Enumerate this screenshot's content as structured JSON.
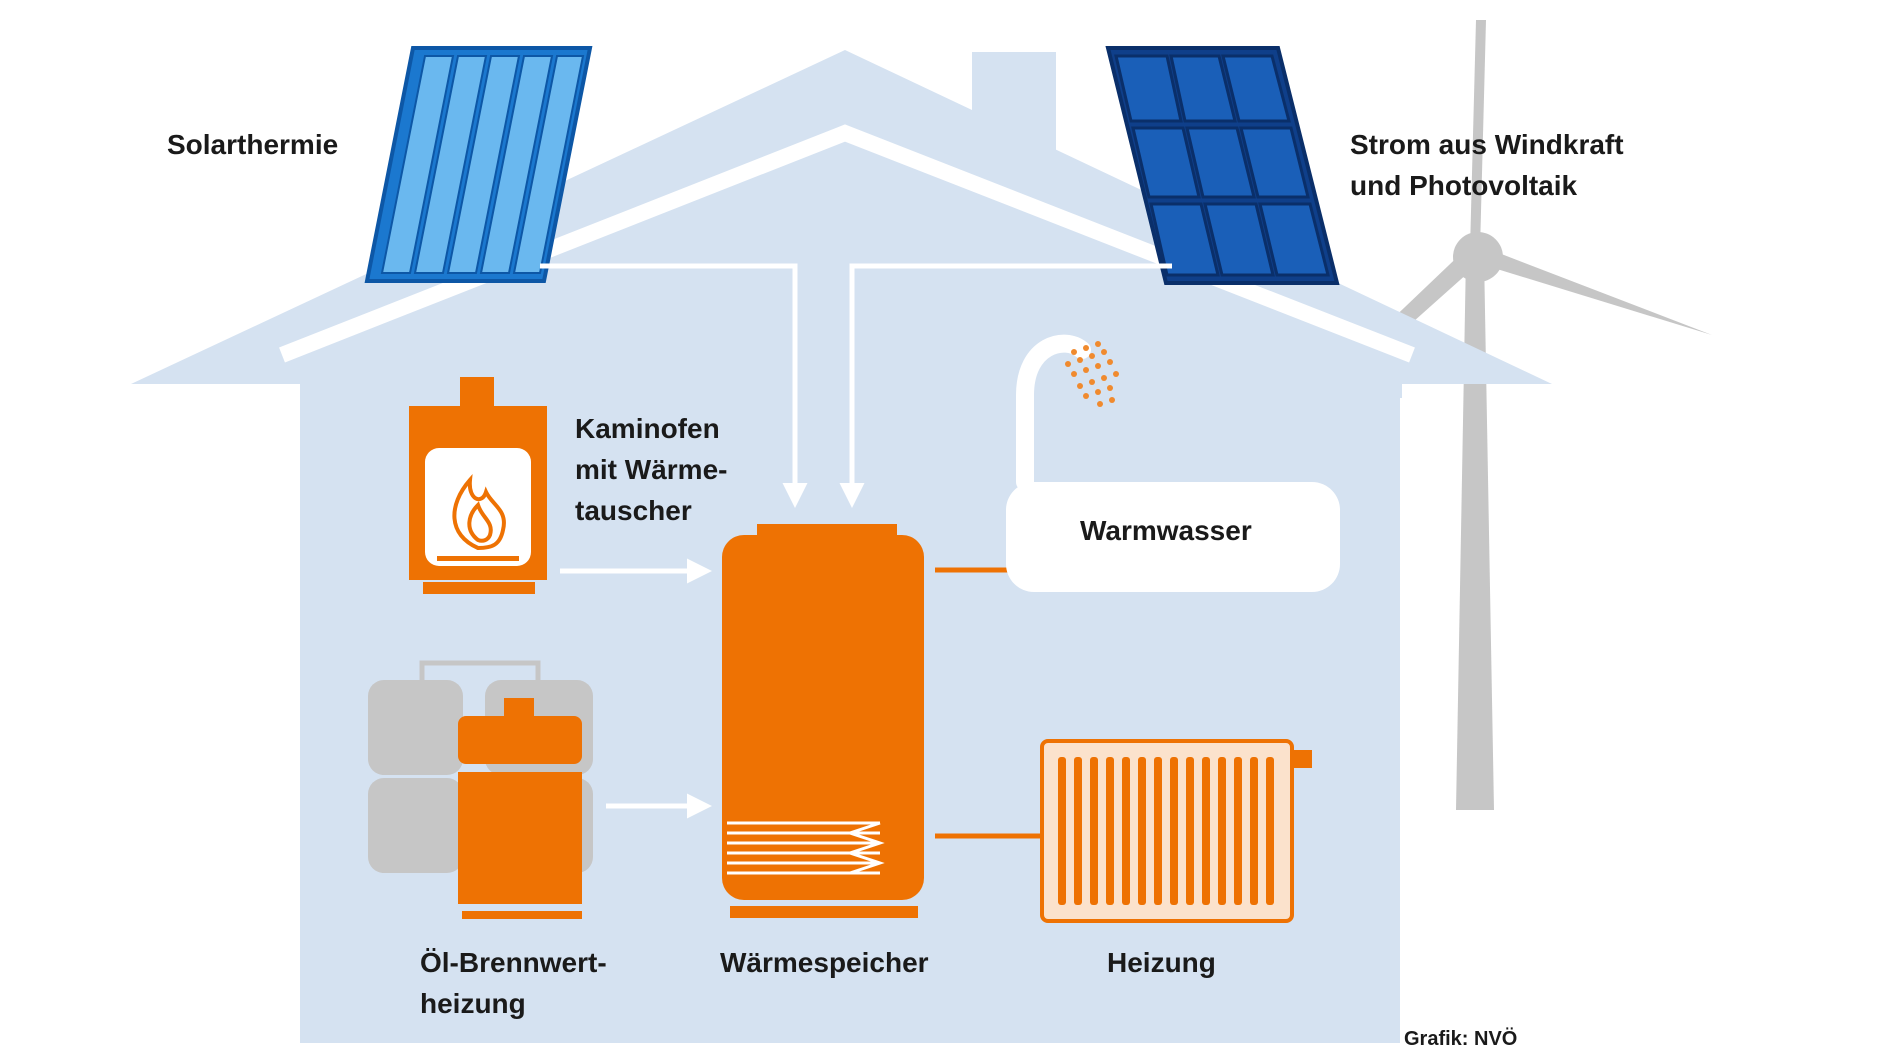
{
  "labels": {
    "solarthermie": "Solarthermie",
    "strom_line1": "Strom aus Windkraft",
    "strom_line2": "und Photovoltaik",
    "kaminofen_line1": "Kaminofen",
    "kaminofen_line2": "mit Wärme-",
    "kaminofen_line3": "tauscher",
    "warmwasser": "Warmwasser",
    "oel_line1": "Öl-Brennwert-",
    "oel_line2": "heizung",
    "waermespeicher": "Wärmespeicher",
    "heizung": "Heizung",
    "credit": "Grafik: NVÖ"
  },
  "colors": {
    "house": "#d5e2f1",
    "orange": "#ee7203",
    "orange_light": "#f6b47a",
    "solar_thermal": "#1b78cf",
    "pv_panel": "#0f3f8a",
    "grey": "#c6c6c6",
    "arrow_white": "#ffffff"
  }
}
